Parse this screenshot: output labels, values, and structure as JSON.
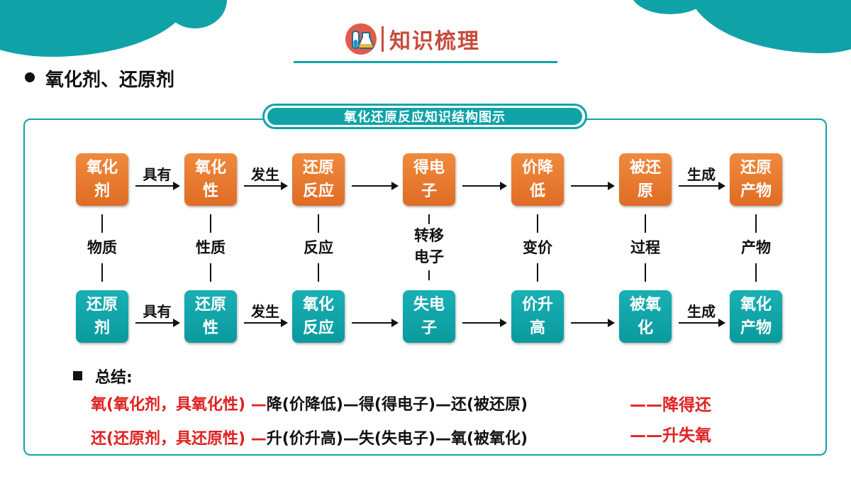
{
  "header": {
    "title": "知识梳理",
    "icon": "flask-icon"
  },
  "section": {
    "heading": "氧化剂、还原剂"
  },
  "diagram": {
    "banner": "氧化还原反应知识结构图示",
    "colors": {
      "top_row": "#e8782e",
      "bottom_row": "#0fa3a8",
      "accent": "#0fa3a8",
      "highlight": "#e02020"
    },
    "top_row": [
      {
        "label": "氧化剂"
      },
      {
        "label": "氧化性"
      },
      {
        "label": "还原反应"
      },
      {
        "label": "得电子"
      },
      {
        "label": "价降低"
      },
      {
        "label": "被还原"
      },
      {
        "label": "还原产物"
      }
    ],
    "top_arrows": [
      "具有",
      "发生",
      "",
      "",
      "",
      "生成"
    ],
    "bottom_row": [
      {
        "label": "还原剂"
      },
      {
        "label": "还原性"
      },
      {
        "label": "氧化反应"
      },
      {
        "label": "失电子"
      },
      {
        "label": "价升高"
      },
      {
        "label": "被氧化"
      },
      {
        "label": "氧化产物"
      }
    ],
    "bottom_arrows": [
      "具有",
      "发生",
      "",
      "",
      "",
      "生成"
    ],
    "relations": [
      "物质",
      "性质",
      "反应",
      "转移电子",
      "变价",
      "过程",
      "产物"
    ]
  },
  "summary": {
    "heading": "总结:",
    "lines": [
      {
        "red_part": "氧(氧化剂，具氧化性) —",
        "black_part": "降(价降低)—得(得电子)—还(被还原)",
        "mnemonic": "——降得还"
      },
      {
        "red_part": "还(还原剂，具还原性) —",
        "black_part": "升(价升高)—失(失电子)—氧(被氧化)",
        "mnemonic": "——升失氧"
      }
    ]
  }
}
